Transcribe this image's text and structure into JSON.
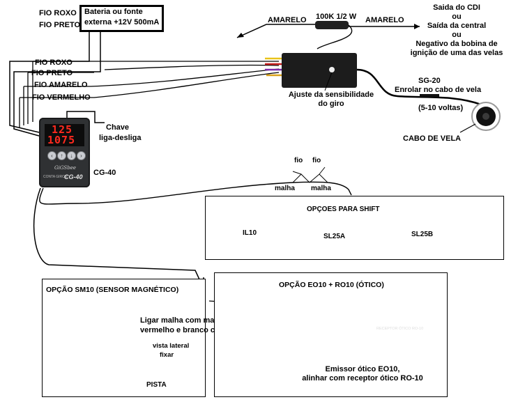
{
  "power_box": {
    "line1": "Bateria ou fonte",
    "line2": "externa +12V 500mA"
  },
  "wires_top": {
    "roxo": "FIO ROXO",
    "preto": "FIO PRETO"
  },
  "wires_left": {
    "roxo": "FIO ROXO",
    "preto": "FIO PRETO",
    "amarelo": "FIO AMARELO",
    "vermelho": "FIO VERMELHO"
  },
  "resistor": {
    "label": "100K 1/2 W",
    "wire_left": "AMARELO",
    "wire_right": "AMARELO"
  },
  "cdi_note": [
    "Saida do CDI",
    "ou",
    "Saída da central",
    "ou",
    "Negativo da bobina de",
    "ignição de uma das velas"
  ],
  "sensitivity": [
    "Ajuste da sensibilidade",
    "do giro"
  ],
  "sg20": [
    "SG-20",
    "Enrolar no cabo de vela",
    "(5-10 voltas)"
  ],
  "spark_cable": "CABO DE VELA",
  "device": {
    "display_top": "125",
    "display_bottom": "1075",
    "brand": "GiGSbee",
    "model": "CG-40",
    "sub": "CONTA GIROS",
    "caption": "CG-40",
    "button_up": "↑",
    "button_down": "↓",
    "button_left": "‹",
    "button_right": "›"
  },
  "switch_note": [
    "Chave",
    "liga-desliga"
  ],
  "shift": {
    "fio_a": "fio",
    "fio_b": "fio",
    "malha_a": "malha",
    "malha_b": "malha",
    "title": "OPÇOES PARA SHIFT",
    "options": [
      "IL10",
      "SL25A",
      "SL25B"
    ]
  },
  "sm10": {
    "title": "OPÇÃO SM10 (SENSOR MAGNÉTICO)",
    "instruction": [
      "Ligar malha com malha, vermelho com",
      "vermelho e branco com  branco"
    ],
    "side_view": "vista lateral",
    "fix": "fixar",
    "track": "PISTA"
  },
  "eo10": {
    "title": "OPÇÃO EO10 + RO10 (ÓTICO)",
    "receiver_label": "RECEPTOR ÓTICO RO-10",
    "caption": [
      "Emissor ótico EO10,",
      "alinhar com receptor ótico RO-10"
    ]
  },
  "colors": {
    "display_red": "#ff2a1f",
    "device_body": "#2f3133",
    "wire": "#000000"
  }
}
